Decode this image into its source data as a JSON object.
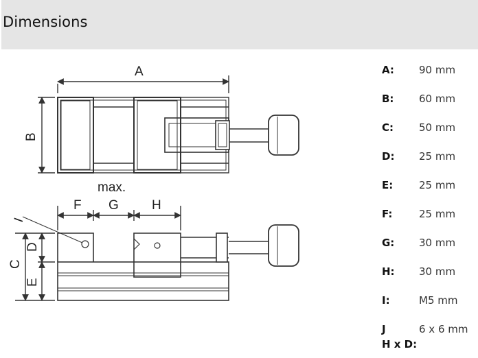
{
  "header": {
    "title": "Dimensions"
  },
  "drawing": {
    "labels": {
      "a": "A",
      "b": "B",
      "c": "C",
      "d": "D",
      "e": "E",
      "f": "F",
      "g": "G",
      "h": "H",
      "i": "I",
      "max": "max."
    }
  },
  "specs": [
    {
      "label": "A:",
      "value": "90 mm"
    },
    {
      "label": "B:",
      "value": "60 mm"
    },
    {
      "label": "C:",
      "value": "50 mm"
    },
    {
      "label": "D:",
      "value": "25 mm"
    },
    {
      "label": "E:",
      "value": "25 mm"
    },
    {
      "label": "F:",
      "value": "25 mm"
    },
    {
      "label": "G:",
      "value": "30 mm"
    },
    {
      "label": "H:",
      "value": "30 mm"
    },
    {
      "label": "I:",
      "value": "M5 mm"
    },
    {
      "label": "J",
      "value": "6 x 6 mm",
      "sublabel": "H x D:"
    }
  ]
}
